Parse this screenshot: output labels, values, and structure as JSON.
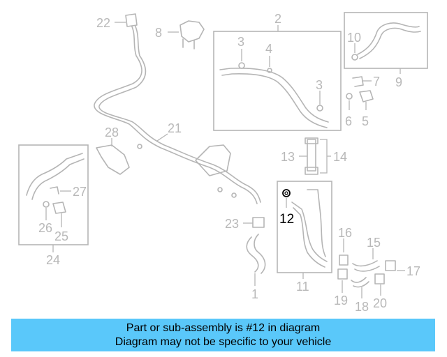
{
  "diagram": {
    "highlighted_part": "12",
    "highlight_color": "#000000",
    "part_color": "#b5b5b5",
    "callouts": [
      "1",
      "2",
      "3",
      "3",
      "4",
      "5",
      "6",
      "7",
      "8",
      "9",
      "10",
      "11",
      "12",
      "13",
      "14",
      "15",
      "16",
      "17",
      "18",
      "19",
      "20",
      "21",
      "22",
      "23",
      "24",
      "25",
      "26",
      "27",
      "28"
    ]
  },
  "banner": {
    "line1": "Part or sub-assembly is #12 in diagram",
    "line2": "Diagram may not be specific to your vehicle",
    "background": "#5ac8fa"
  }
}
